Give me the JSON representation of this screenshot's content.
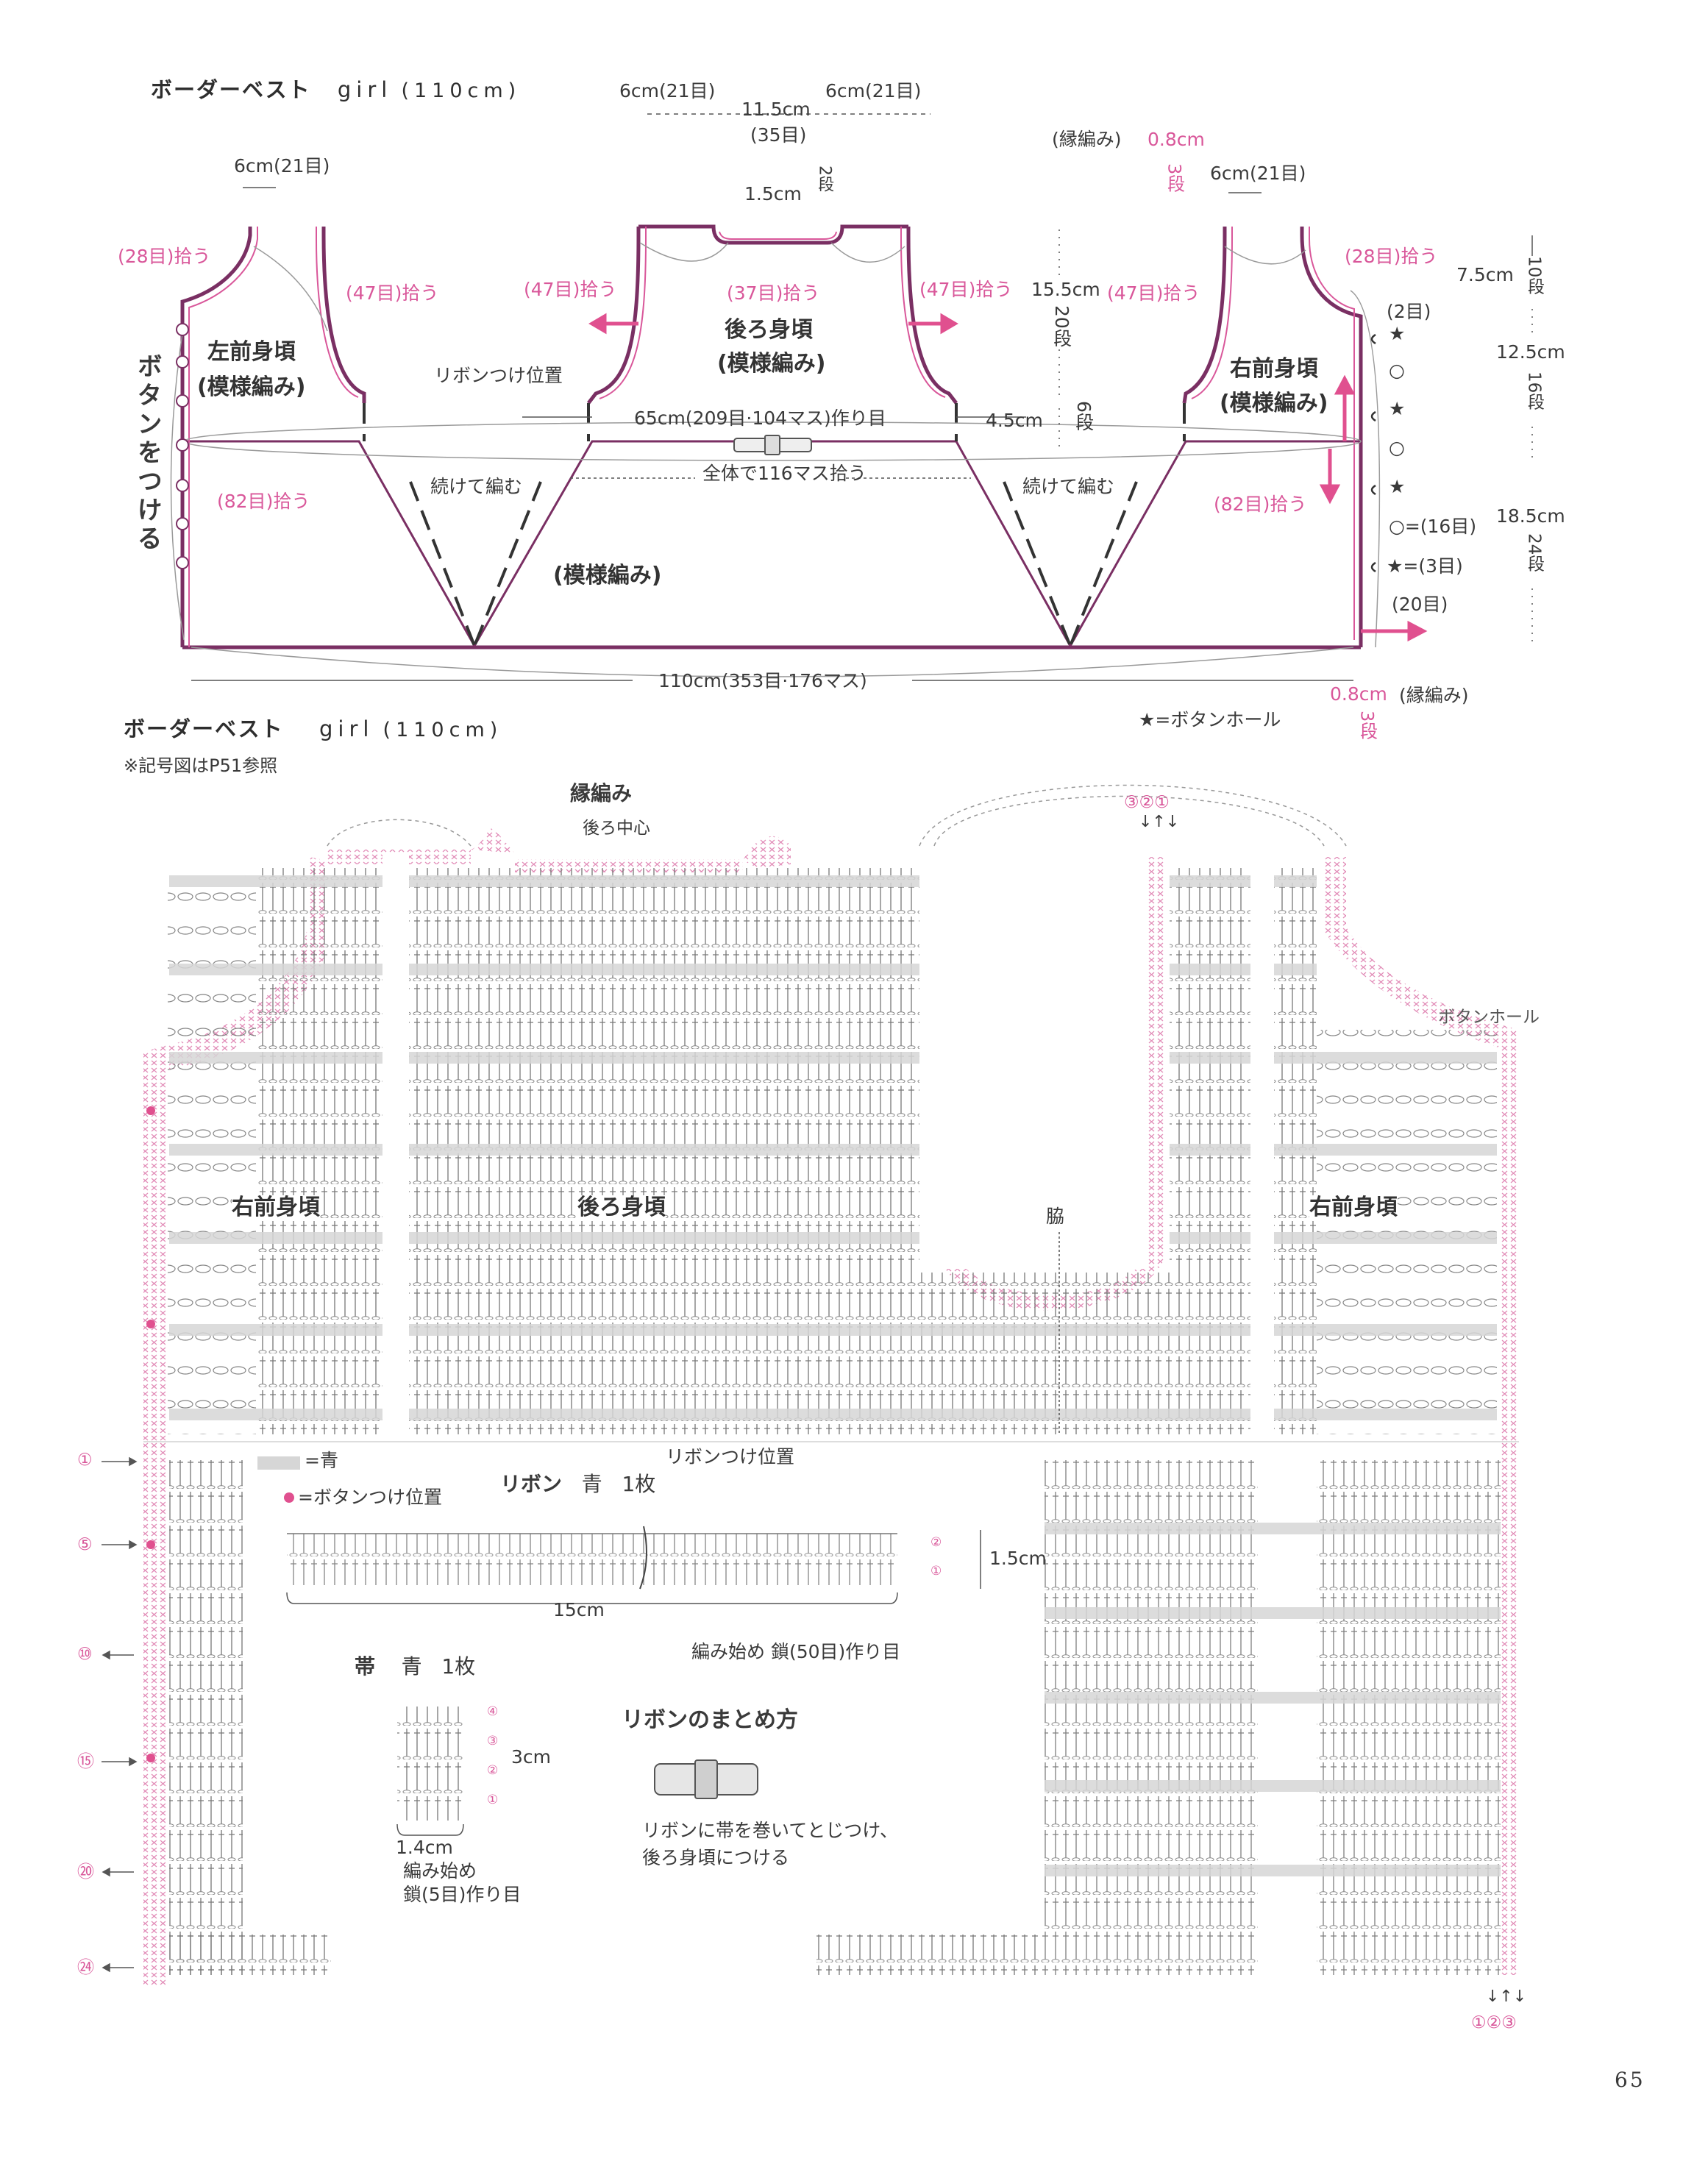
{
  "schematic": {
    "title_jp": "ボーダーベスト",
    "title_en": "girl",
    "title_size": "(110cm)",
    "top_dims": {
      "left_strap": "6cm(21目)",
      "center_neck": "11.5cm",
      "center_neck_rows": "(35目)",
      "right_strap": "6cm(21目)",
      "left_front_strap": "6cm(21目)",
      "right_front_strap": "6cm(21目)",
      "neck_depth": "1.5cm",
      "neck_depth_rows": "2段"
    },
    "edging_top": {
      "label": "(縁編み)",
      "value": "0.8cm",
      "rows": "3段"
    },
    "pickups": {
      "left_armhole_front": "(28目)拾う",
      "left_armhole_back": "(47目)拾う",
      "back_left_armhole": "(47目)拾う",
      "back_neck": "(37目)拾う",
      "back_right_armhole": "(47目)拾う",
      "right_armhole_back": "(47目)拾う",
      "right_armhole_front": "(28目)拾う",
      "left_front_edge": "(82目)拾う",
      "right_front_edge": "(82目)拾う"
    },
    "pieces": {
      "left_front": "左前身頃",
      "back": "後ろ身頃",
      "right_front": "右前身頃",
      "pattern": "(模様編み)",
      "body_pattern": "(模様編み)"
    },
    "vertical_text": "ボタンをつける",
    "ribbon_pos": "リボンつけ位置",
    "chain_start": "65cm(209目·104マス)作り目",
    "pickup_total": "全体で116マス拾う",
    "continue_left": "続けて編む",
    "continue_right": "続けて編む",
    "bottom_width": "110cm(353目·176マス)",
    "back_dims": {
      "h1": "15.5cm",
      "h1_rows": "20段",
      "h2": "4.5cm",
      "h2_rows": "6段"
    },
    "right_dims": {
      "d1": "7.5cm",
      "d1_rows": "10段",
      "d2": "12.5cm",
      "d2_rows": "16段",
      "d3": "18.5cm",
      "d3_rows": "24段"
    },
    "buttonholes": [
      "(2目)",
      "○=(16目)",
      "★=(3目)",
      "(20目)"
    ],
    "edging_bottom": {
      "value": "0.8cm",
      "label": "(縁編み)",
      "rows": "3段"
    },
    "legend_star": "★=ボタンホール"
  },
  "chart": {
    "title_jp": "ボーダーベスト",
    "title_en": "girl",
    "title_size": "(110cm)",
    "note": "※記号図はP51参照",
    "edging": "縁編み",
    "back_center": "後ろ中心",
    "rows_top": "③②①",
    "buttonhole": "ボタンホール",
    "left_front": "右前身頃",
    "back": "後ろ身頃",
    "right_front": "右前身頃",
    "side": "脇",
    "ribbon_pos": "リボンつけ位置",
    "row_markers": [
      "①",
      "⑤",
      "⑩",
      "⑮",
      "⑳",
      "㉔"
    ],
    "rows_bottom": "①②③",
    "page_number": "65"
  },
  "legend": {
    "blue": "=青",
    "button_pos": "=ボタンつけ位置"
  },
  "ribbon": {
    "title": "リボン",
    "color": "青",
    "count": "1枚",
    "height": "1.5cm",
    "length": "15cm",
    "start": "編み始め 鎖(50目)作り目",
    "row_labels": [
      "②",
      "①"
    ]
  },
  "band": {
    "title": "帯",
    "color": "青",
    "count": "1枚",
    "height": "3cm",
    "width": "1.4cm",
    "start1": "編み始め",
    "start2": "鎖(5目)作り目",
    "row_labels": [
      "④",
      "③",
      "②",
      "①"
    ]
  },
  "assembly": {
    "title": "リボンのまとめ方",
    "line1": "リボンに帯を巻いてとじつけ、",
    "line2": "後ろ身頃につける"
  },
  "colors": {
    "pink": "#d9579a",
    "outline": "#7a2f63",
    "stitch": "#6e6e6e",
    "blue_band": "#d6d6d6"
  }
}
